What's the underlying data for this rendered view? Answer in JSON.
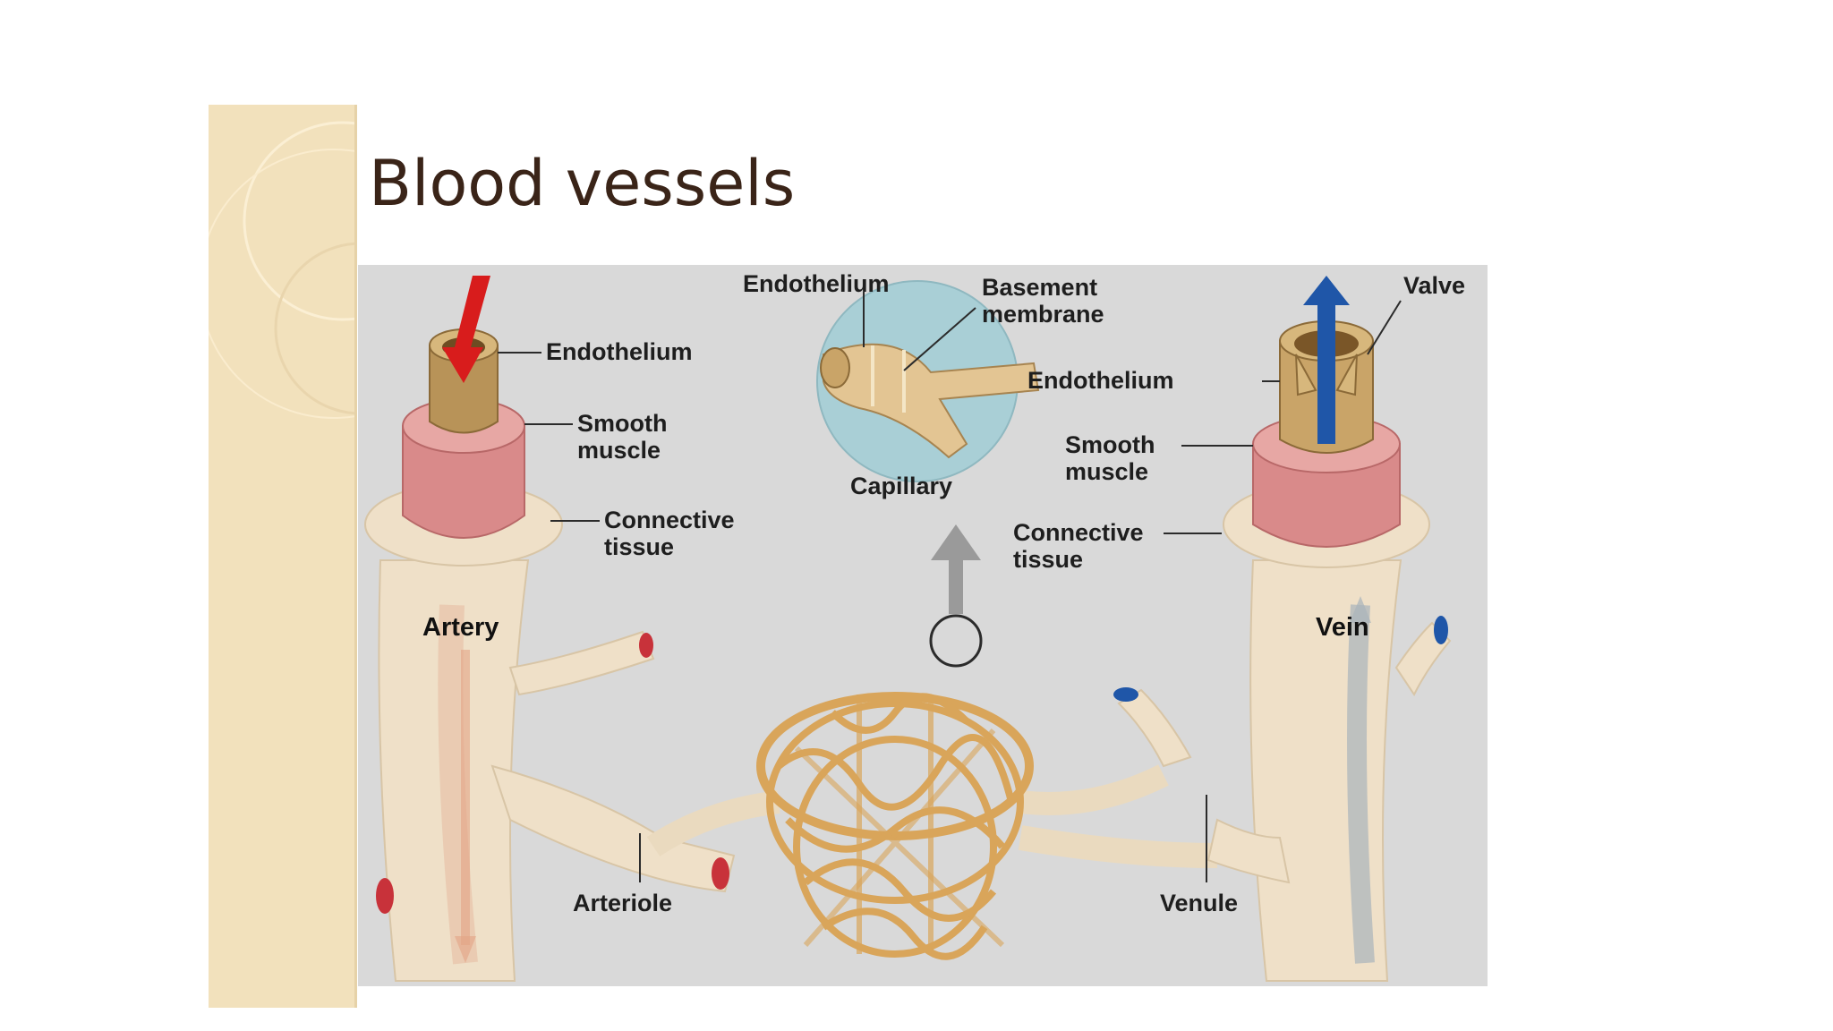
{
  "slide": {
    "title": "Blood vessels",
    "accent_color": "#f2e1bc"
  },
  "diagram": {
    "artery": {
      "name": "Artery",
      "labels": [
        "Endothelium",
        "Smooth",
        "muscle",
        "Connective",
        "tissue"
      ]
    },
    "capillary": {
      "name": "Capillary",
      "labels": [
        "Endothelium",
        "Basement",
        "membrane"
      ]
    },
    "vein": {
      "name": "Vein",
      "labels": [
        "Valve",
        "Endothelium",
        "Smooth",
        "muscle",
        "Connective",
        "tissue"
      ]
    },
    "arteriole": "Arteriole",
    "venule": "Venule",
    "colors": {
      "background": "#d9d9d9",
      "vessel_wall": "#f0e2cc",
      "smooth_muscle": "#d98a8a",
      "endothelium": "#c9a468",
      "capillary_bed": "#d9a55a",
      "oxygenated_flow": "#d81c1c",
      "deoxygenated_flow": "#1f56a8",
      "detail_circle": "#a9cfd6"
    }
  }
}
